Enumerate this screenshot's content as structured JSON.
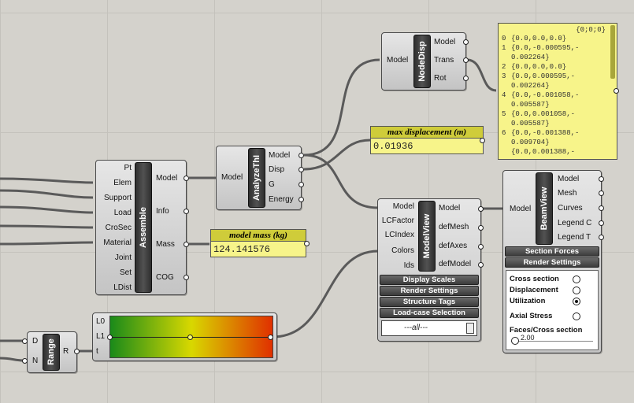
{
  "assemble": {
    "title": "Assemble",
    "inputs": [
      "Pt",
      "Elem",
      "Support",
      "Load",
      "CroSec",
      "Material",
      "Joint",
      "Set",
      "LDist"
    ],
    "outputs": [
      "Model",
      "Info",
      "Mass",
      "COG"
    ]
  },
  "analyze": {
    "title": "AnalyzeThI",
    "inputs": [
      "Model"
    ],
    "outputs": [
      "Model",
      "Disp",
      "G",
      "Energy"
    ]
  },
  "node_disp": {
    "title": "NodeDisp",
    "inputs": [
      "Model"
    ],
    "outputs": [
      "Model",
      "Trans",
      "Rot"
    ]
  },
  "model_view": {
    "title": "ModelView",
    "inputs": [
      "Model",
      "LCFactor",
      "LCIndex",
      "Colors",
      "Ids"
    ],
    "outputs": [
      "Model",
      "defMesh",
      "defAxes",
      "defModel"
    ],
    "buttons": [
      "Display Scales",
      "Render Settings",
      "Structure Tags",
      "Load-case Selection"
    ],
    "dropdown_value": "---all---"
  },
  "beam_view": {
    "title": "BeamView",
    "inputs": [
      "Model"
    ],
    "outputs": [
      "Model",
      "Mesh",
      "Curves",
      "Legend C",
      "Legend T"
    ],
    "buttons": [
      "Section Forces",
      "Render Settings"
    ],
    "radios": [
      {
        "label": "Cross section",
        "checked": false
      },
      {
        "label": "Displacement",
        "checked": false
      },
      {
        "label": "Utilization",
        "checked": true
      },
      {
        "label": "Axial Stress",
        "checked": false
      }
    ],
    "slider_label": "Faces/Cross section",
    "slider_value": "2.00"
  },
  "range": {
    "title": "Range",
    "inputs": [
      "D",
      "N"
    ],
    "outputs": [
      "R"
    ]
  },
  "gradient": {
    "inputs": [
      "L0",
      "L1",
      "t"
    ],
    "colors": [
      "#1a8a1a",
      "#d8d800",
      "#e03000"
    ]
  },
  "panels": {
    "max_disp": {
      "title": "max displacement (m)",
      "value": "0.01936"
    },
    "mass": {
      "title": "model mass (kg)",
      "value": "124.141576"
    },
    "trans_list": {
      "header": "{0;0;0}",
      "items": [
        {
          "idx": "0",
          "text": "{0.0,0.0,0.0}"
        },
        {
          "idx": "1",
          "text": "{0.0,-0.000595,-"
        },
        {
          "idx": "",
          "text": "0.002264}"
        },
        {
          "idx": "2",
          "text": "{0.0,0.0,0.0}"
        },
        {
          "idx": "3",
          "text": "{0.0,0.000595,-"
        },
        {
          "idx": "",
          "text": "0.002264}"
        },
        {
          "idx": "4",
          "text": "{0.0,-0.001058,-"
        },
        {
          "idx": "",
          "text": "0.005587}"
        },
        {
          "idx": "5",
          "text": "{0.0,0.001058,-"
        },
        {
          "idx": "",
          "text": "0.005587}"
        },
        {
          "idx": "6",
          "text": "{0.0,-0.001388,-"
        },
        {
          "idx": "",
          "text": "0.009704}"
        },
        {
          "idx": "",
          "text": "{0.0,0.001388,-"
        }
      ]
    }
  },
  "colors": {
    "canvas": "#d4d2cc",
    "panel": "#f7f48a",
    "panel_title": "#cfcc3a",
    "wire": "#5a5a5a"
  }
}
